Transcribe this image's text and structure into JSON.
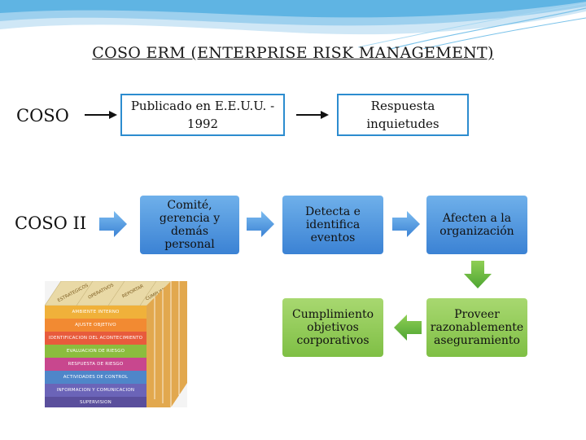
{
  "title": "COSO ERM (ENTERPRISE RISK MANAGEMENT)",
  "rows": {
    "coso": "COSO",
    "coso_ii": "COSO II"
  },
  "boxes": {
    "publicado": "Publicado en E.E.U.U. - 1992",
    "respuesta": "Respuesta inquietudes",
    "comite": "Comité, gerencia y demás personal",
    "detecta": "Detecta e identifica eventos",
    "afecten": "Afecten a la organización",
    "cumplimiento": "Cumplimiento objetivos corporativos",
    "proveer": "Proveer razonablemente aseguramiento"
  },
  "cube": {
    "top_labels": [
      "ESTRATEGICOS",
      "OPERATIVOS",
      "REPORTAR",
      "CUMPLIMIENTO"
    ],
    "layers": [
      {
        "label": "AMBIENTE INTERNO",
        "color": "#f0b13a"
      },
      {
        "label": "AJUSTE OBJETIVO",
        "color": "#f28a32"
      },
      {
        "label": "IDENTIFICACION DEL ACONTECIMIENTO",
        "color": "#e85b3c"
      },
      {
        "label": "EVALUACION DE RIESGO",
        "color": "#8bbd3e"
      },
      {
        "label": "RESPUESTA DE RIESGO",
        "color": "#c8478e"
      },
      {
        "label": "ACTIVIDADES DE CONTROL",
        "color": "#4f86c9"
      },
      {
        "label": "INFORMACION Y COMUNICACION",
        "color": "#6b64b8"
      },
      {
        "label": "SUPERVISION",
        "color": "#5a4f9c"
      }
    ]
  }
}
